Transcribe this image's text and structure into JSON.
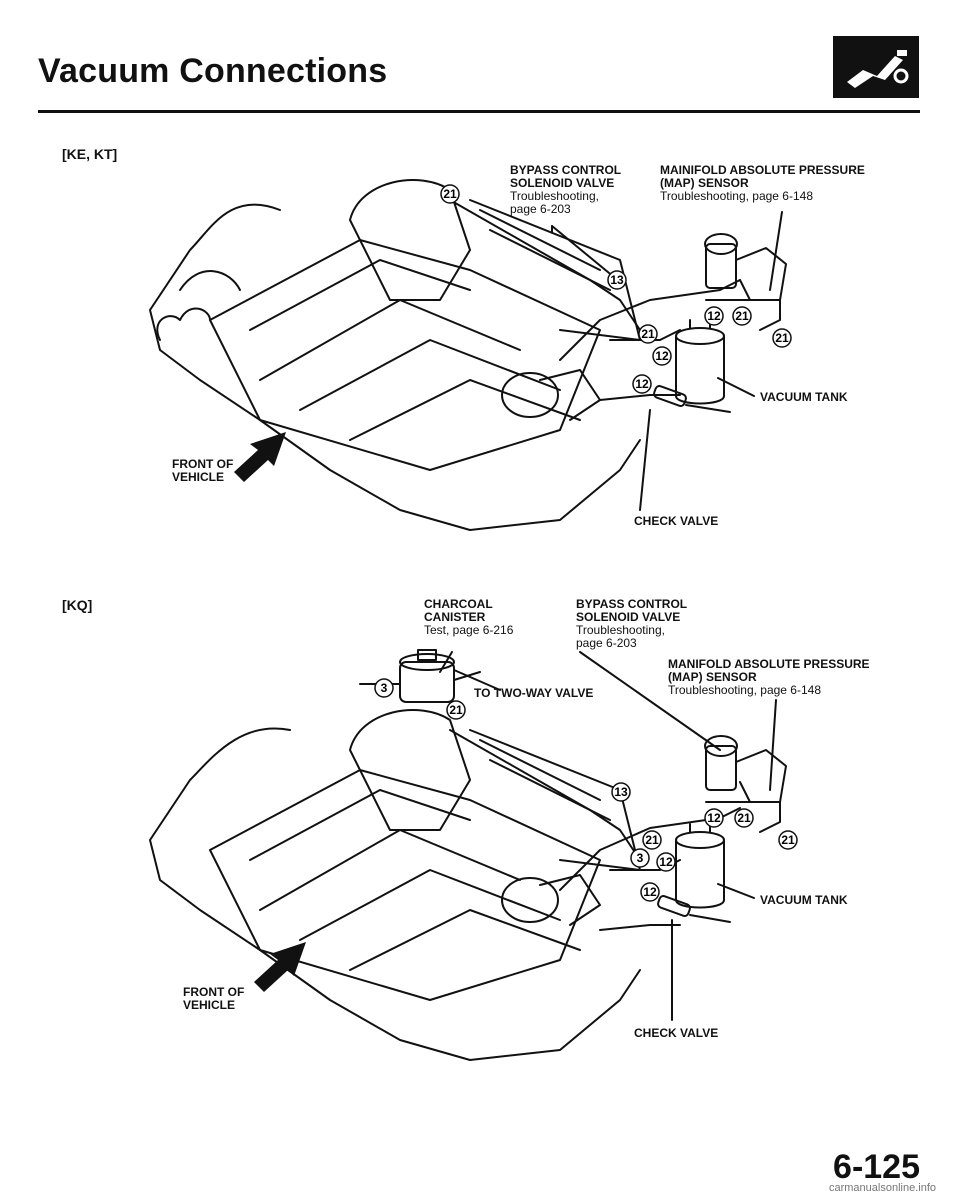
{
  "header": {
    "title": "Vacuum Connections",
    "icon": "engine-section-icon"
  },
  "sections": [
    {
      "variant": "[KE, KT]",
      "callouts": {
        "bypass": {
          "title": "BYPASS CONTROL",
          "title2": "SOLENOID VALVE",
          "line1": "Troubleshooting,",
          "line2": "page 6-203"
        },
        "map": {
          "title": "MAINIFOLD ABSOLUTE PRESSURE",
          "title2": "(MAP) SENSOR",
          "line1": "Troubleshooting, page 6-148"
        },
        "vacuum_tank": "VACUUM TANK",
        "check_valve": "CHECK VALVE",
        "front": {
          "line1": "FRONT OF",
          "line2": "VEHICLE"
        }
      },
      "hose_numbers": [
        "21",
        "13",
        "12",
        "21",
        "21",
        "21",
        "12",
        "12"
      ]
    },
    {
      "variant": "[KQ]",
      "callouts": {
        "canister": {
          "title": "CHARCOAL",
          "title2": "CANISTER",
          "line1": "Test, page 6-216"
        },
        "bypass": {
          "title": "BYPASS CONTROL",
          "title2": "SOLENOID VALVE",
          "line1": "Troubleshooting,",
          "line2": "page 6-203"
        },
        "map": {
          "title": "MANIFOLD ABSOLUTE PRESSURE",
          "title2": "(MAP) SENSOR",
          "line1": "Troubleshooting, page 6-148"
        },
        "two_way": "TO TWO-WAY VALVE",
        "vacuum_tank": "VACUUM TANK",
        "check_valve": "CHECK VALVE",
        "front": {
          "line1": "FRONT OF",
          "line2": "VEHICLE"
        }
      },
      "hose_numbers": [
        "3",
        "21",
        "13",
        "12",
        "21",
        "21",
        "21",
        "3",
        "12",
        "12"
      ]
    }
  ],
  "footer": {
    "page_number": "6-125",
    "watermark": "carmanualsonline.info"
  }
}
